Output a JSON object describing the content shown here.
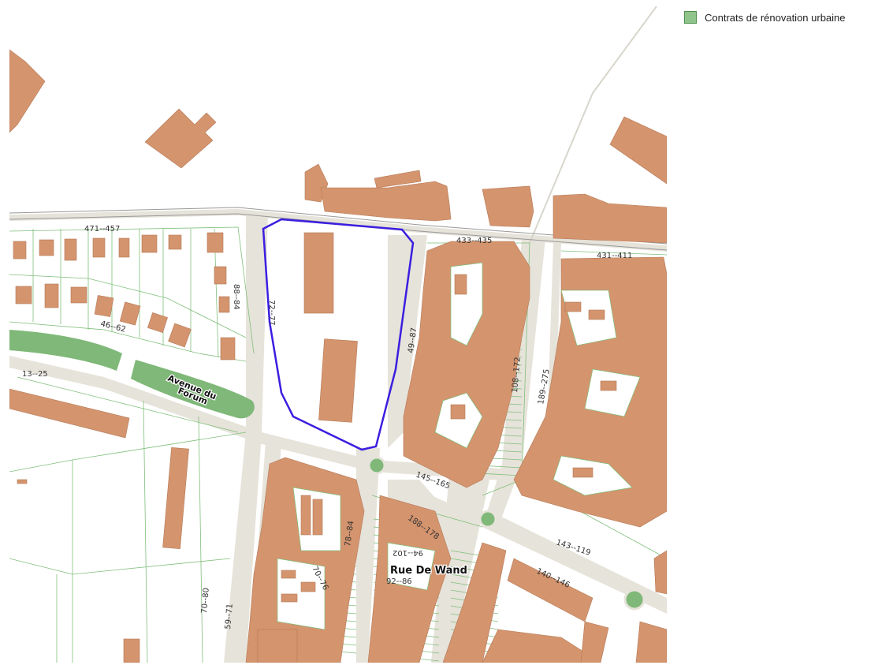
{
  "legend": {
    "label": "Contrats de rénovation urbaine",
    "swatch_color": "#8fc48a",
    "swatch_icon": "green-square-swatch"
  },
  "map": {
    "colors": {
      "building": "#d4946e",
      "parcel_line": "#7fbf7a",
      "road": "#e6e3da",
      "park": "#7fb878",
      "highlight_outline": "#3b1ee0"
    },
    "street_names": {
      "avenue_du_forum_line1": "Avenue du",
      "avenue_du_forum_line2": "Forum",
      "rue_de_wand": "Rue De Wand"
    },
    "house_numbers": {
      "n471_457": "471--457",
      "n433_435": "433--435",
      "n431_411": "431--411",
      "n88_84": "88--84",
      "n46_62": "46--62",
      "n13_25": "13--25",
      "n72_77": "72--77",
      "n49_87": "49--87",
      "n108_172": "108--172",
      "n189_275": "189--275",
      "n145_165": "145--165",
      "n188_178": "188--178",
      "n143_119": "143--119",
      "n140_146": "140--146",
      "n78_84": "78--84",
      "n94_102": "94--102",
      "n92_86": "92--86",
      "n70_76": "70--76",
      "n70_80": "70--80",
      "n59_71": "59--71"
    }
  }
}
